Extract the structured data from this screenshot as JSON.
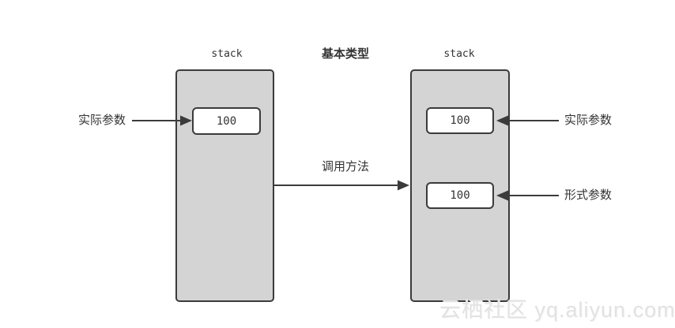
{
  "diagram": {
    "title": "基本类型",
    "stacks": {
      "left": {
        "title": "stack",
        "value": "100"
      },
      "right": {
        "title": "stack",
        "values": [
          "100",
          "100"
        ]
      }
    },
    "labels": {
      "actual_param_left": "实际参数",
      "call_method": "调用方法",
      "actual_param_right": "实际参数",
      "formal_param": "形式参数"
    },
    "colors": {
      "stack_fill": "#d4d4d4",
      "stroke": "#3b3b3b",
      "text": "#333333",
      "box_fill": "#ffffff",
      "watermark": "#e2e2e2",
      "background": "#ffffff"
    },
    "watermark": "云栖社区 yq.aliyun.com"
  }
}
